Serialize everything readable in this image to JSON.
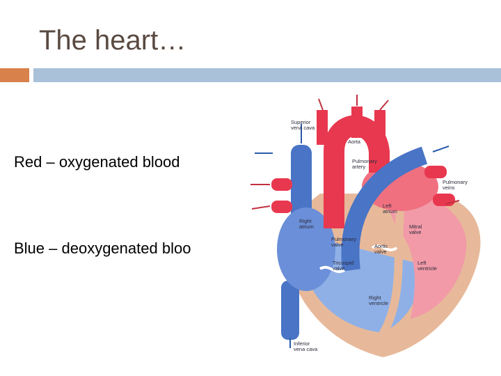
{
  "slide": {
    "title": "The heart…",
    "bullets": [
      "Red – oxygenated blood",
      "Blue – deoxygenated bloo"
    ]
  },
  "diagram": {
    "labels": {
      "superior_vena_cava": [
        "Superior",
        "vena cava"
      ],
      "aorta": [
        "Aorta"
      ],
      "pulmonary_artery": [
        "Pulmonary",
        "artery"
      ],
      "pulmonary_veins": [
        "Pulmonary",
        "veins"
      ],
      "left_atrium": [
        "Left",
        "atrium"
      ],
      "right_atrium": [
        "Right",
        "atrium"
      ],
      "mitral_valve": [
        "Mitral",
        "valve"
      ],
      "pulmonary_valve": [
        "Pulmonary",
        "valve"
      ],
      "aortic_valve": [
        "Aortic",
        "valve"
      ],
      "left_ventricle": [
        "Left",
        "ventricle"
      ],
      "tricuspid_valve": [
        "Tricuspid",
        "valve"
      ],
      "right_ventricle": [
        "Right",
        "ventricle"
      ],
      "inferior_vena_cava": [
        "Inferior",
        "vena cava"
      ]
    }
  },
  "colors": {
    "title": "#5a4a42",
    "accent_orange": "#d9814a",
    "accent_blue": "#a9c1d9",
    "oxygenated": "#e8384f",
    "deoxygenated": "#3f6fc0"
  }
}
